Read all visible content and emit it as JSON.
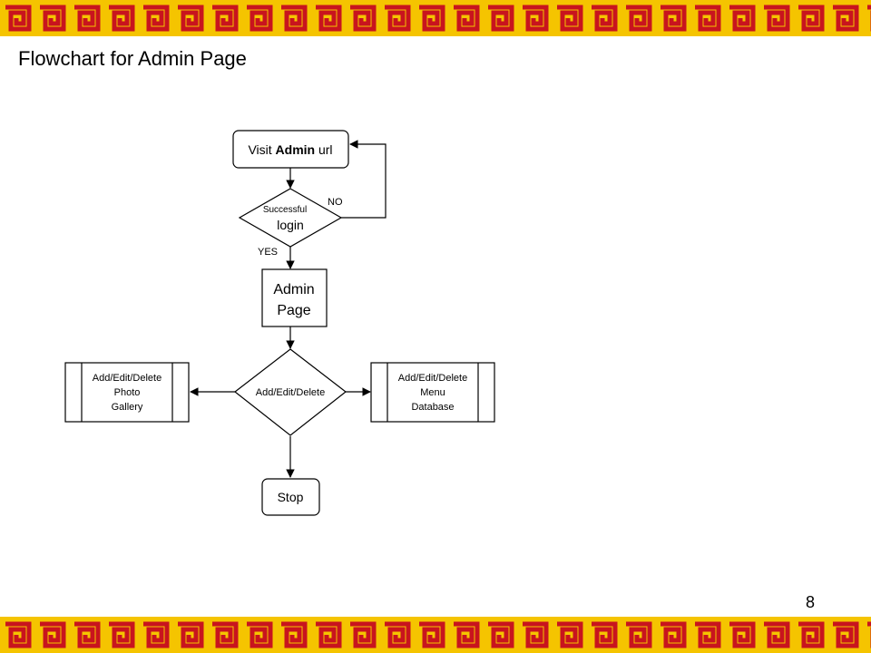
{
  "slide": {
    "title": "Flowchart for Admin Page",
    "page_number": "8"
  },
  "theme": {
    "border_gold": "#f5c400",
    "border_red": "#c8141e",
    "line_color": "#000000"
  },
  "border": {
    "pattern": "red-greek-key-on-gold"
  },
  "flowchart": {
    "start": {
      "prefix": "Visit ",
      "bold": "Admin",
      "suffix": " url"
    },
    "decision_login": {
      "line1": "Successful",
      "line2": "login"
    },
    "no_label": "NO",
    "yes_label": "YES",
    "admin_page": {
      "line1": "Admin",
      "line2": "Page"
    },
    "decision_action": "Add/Edit/Delete",
    "photo_gallery": {
      "line1": "Add/Edit/Delete",
      "line2": "Photo",
      "line3": "Gallery"
    },
    "menu_database": {
      "line1": "Add/Edit/Delete",
      "line2": "Menu",
      "line3": "Database"
    },
    "stop": "Stop"
  }
}
